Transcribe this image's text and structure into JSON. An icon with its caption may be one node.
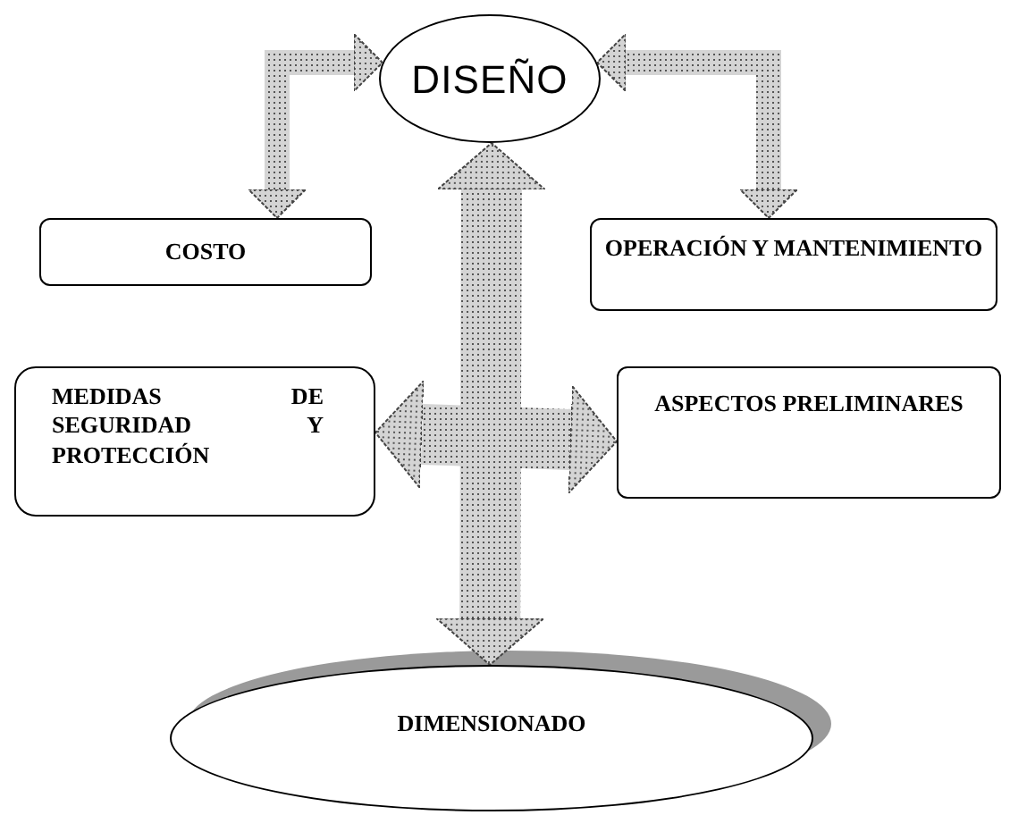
{
  "diagram": {
    "nodes": [
      {
        "text": [
          "DISEÑO"
        ]
      },
      {
        "text": [
          "COSTO"
        ]
      },
      {
        "text": [
          "OPERACIÓN Y MANTENIMIENTO"
        ]
      },
      {
        "text": [
          "MEDIDAS DE SEGURIDAD Y PROTECCIÓN"
        ]
      },
      {
        "text": [
          "ASPECTOS PRELIMINARES"
        ]
      },
      {
        "text": [
          "DIMENSIONADO"
        ]
      }
    ],
    "edges": [
      {
        "from": 1,
        "to": 0,
        "arrow": "both"
      },
      {
        "from": 0,
        "to": 2,
        "arrow": "both"
      },
      {
        "from": 0,
        "to": 5,
        "arrow": "both",
        "style": "thick"
      },
      {
        "from": 3,
        "to": 4,
        "arrow": "both",
        "style": "thick"
      }
    ]
  }
}
